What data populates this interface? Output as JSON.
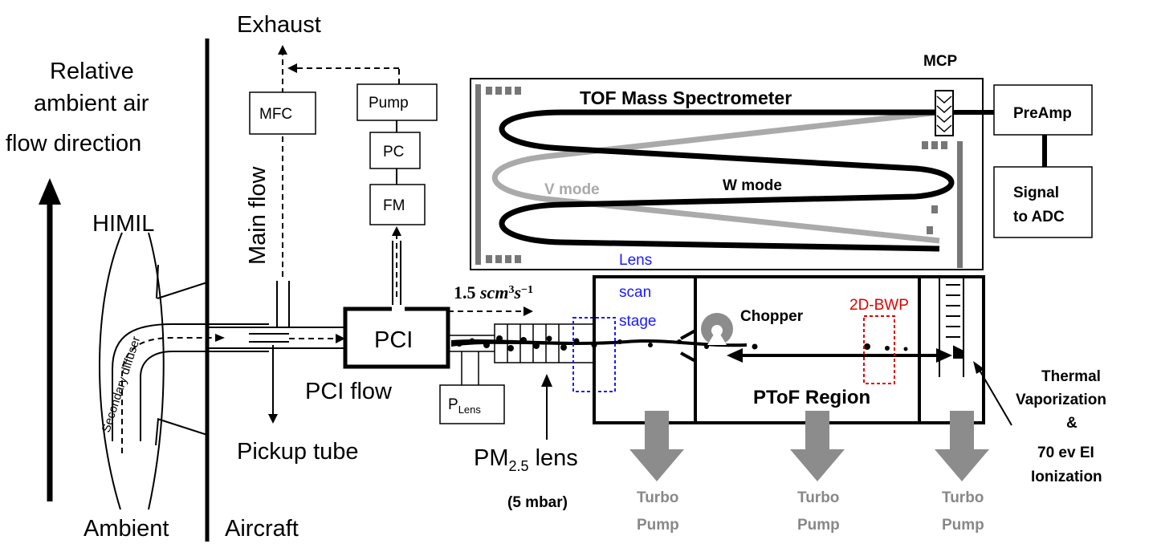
{
  "labels": {
    "exhaust": "Exhaust",
    "relative_flow_1": "Relative",
    "relative_flow_2": "ambient air",
    "relative_flow_3": "flow direction",
    "himil": "HIMIL",
    "main_flow": "Main flow",
    "secondary_diffuser": "Secondary diffuser",
    "ambient": "Ambient",
    "aircraft": "Aircraft",
    "pickup_tube": "Pickup tube",
    "pci_flow": "PCI flow",
    "pci": "PCI",
    "mfc": "MFC",
    "pump": "Pump",
    "pc": "PC",
    "fm": "FM",
    "flow_rate_value": "1.5",
    "flow_rate_unit": "scm",
    "flow_rate_exp1": "3",
    "flow_rate_s": "s",
    "flow_rate_exp2": "−1",
    "p_lens_main": "P",
    "p_lens_sub": "Lens",
    "pm_lens_main": "PM",
    "pm_lens_sub": "2.5",
    "pm_lens_rest": " lens",
    "pressure": "(5 mbar)",
    "lens_scan_1": "Lens",
    "lens_scan_2": "scan",
    "lens_scan_3": "stage",
    "chopper": "Chopper",
    "bwp": "2D-BWP",
    "ptof_region": "PToF Region",
    "tof_ms": "TOF Mass Spectrometer",
    "v_mode": "V mode",
    "w_mode": "W mode",
    "mcp": "MCP",
    "preamp": "PreAmp",
    "signal_1": "Signal",
    "signal_2": "to ADC",
    "thermal_1": "Thermal",
    "thermal_2": "Vaporization",
    "thermal_3": "&",
    "thermal_4": "70 ev EI",
    "thermal_5": "Ionization",
    "turbo_1a": "Turbo",
    "turbo_1b": "Pump",
    "turbo_2a": "Turbo",
    "turbo_2b": "Pump",
    "turbo_3a": "Turbo",
    "turbo_3b": "Pump"
  },
  "colors": {
    "lens_scan": "#1a1aff",
    "bwp": "#e00000",
    "tof_gray": "#888888",
    "turbo_gray": "#8c8c8c"
  }
}
